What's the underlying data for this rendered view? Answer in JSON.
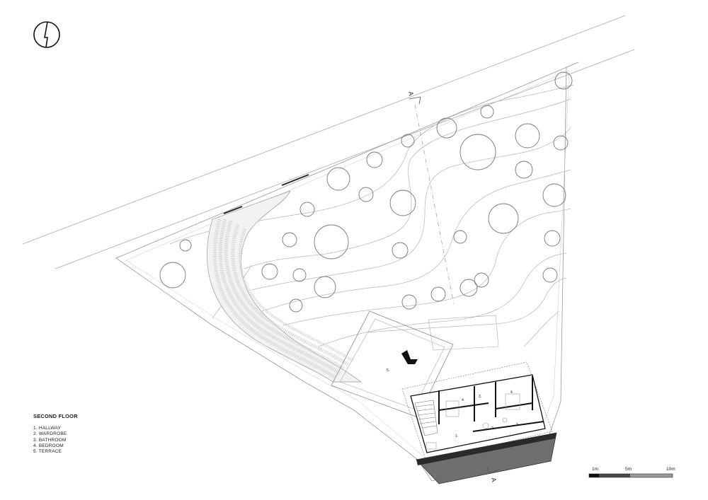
{
  "legend": {
    "title": "SECOND FLOOR",
    "items": [
      "1. HALLWAY",
      "2. WARDROBE",
      "3. BATHROOM",
      "4. BEDROOM",
      "5. TERRACE"
    ]
  },
  "scale_bar": {
    "labels": [
      "1m",
      "5m",
      "10m"
    ]
  },
  "section_marker": {
    "top_label": "A",
    "bottom_label": "A"
  },
  "room_numbers": {
    "terrace": "5.",
    "hallway": "1.",
    "wardrobe": "2.",
    "bathroom_a": "3.",
    "bathroom_b": "3.",
    "bedroom_a": "4.",
    "bedroom_b": "4."
  }
}
